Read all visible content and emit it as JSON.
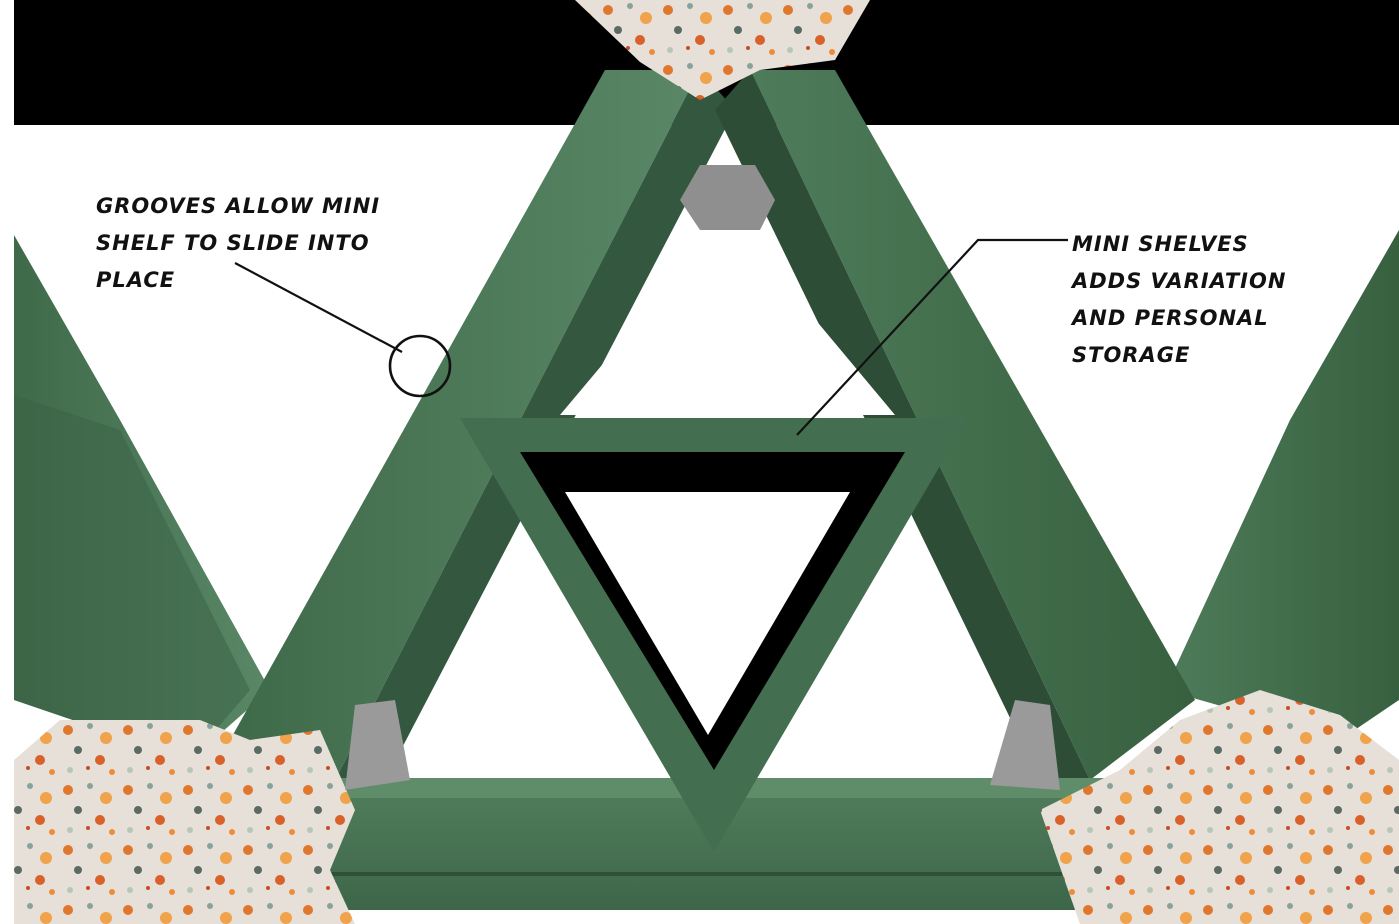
{
  "annotations": {
    "grooves": {
      "lines": [
        "Grooves allow mini",
        "shelf to slide into",
        "place"
      ]
    },
    "mini_shelves": {
      "lines": [
        "Mini Shelves",
        "Adds variation",
        "and Personal",
        "storage"
      ]
    }
  },
  "colors": {
    "green_panel": "#4f7a5a",
    "green_dark": "#355640",
    "terrazzo_base": "#e6e0d8",
    "black_band": "#000000",
    "background": "#ffffff",
    "ink": "#111111"
  }
}
